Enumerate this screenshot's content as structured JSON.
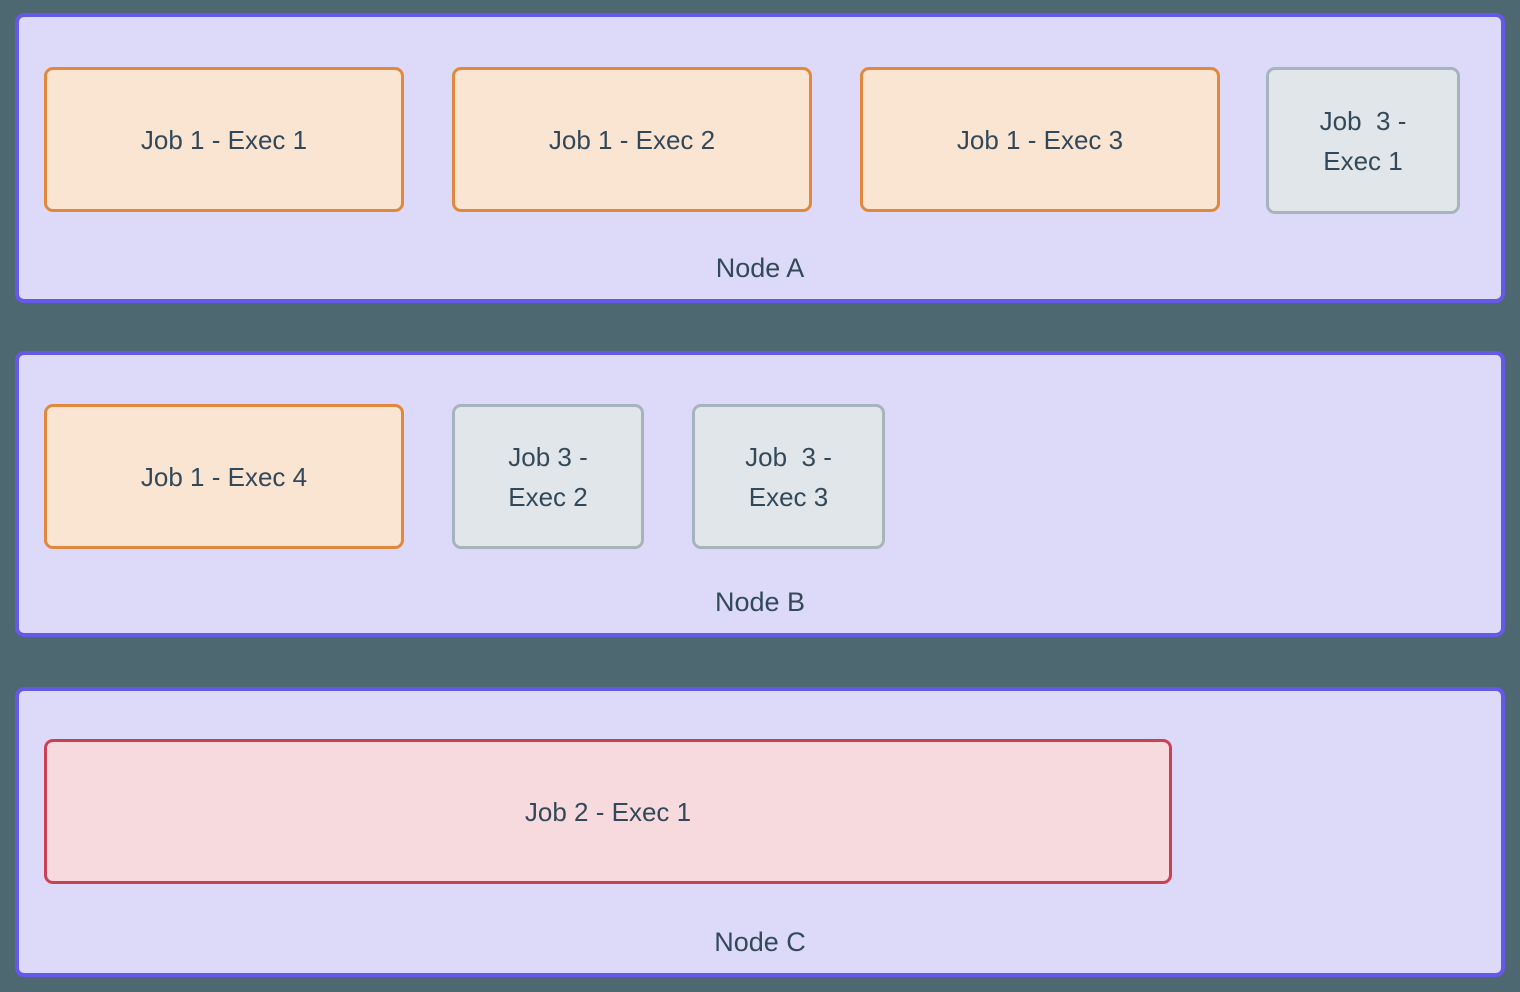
{
  "diagram": {
    "background_color": "#4e6872",
    "text_color": "#33495a",
    "colors": {
      "node_fill": "#dddaf9",
      "node_border": "#655ae6",
      "job1_fill": "#fae5d3",
      "job1_border": "#e2883c",
      "job2_fill": "#f7dade",
      "job2_border": "#ca4156",
      "job3_fill": "#e1e6ea",
      "job3_border": "#a7b4bd"
    },
    "nodes": [
      {
        "label": "Node A",
        "executors": [
          {
            "label": "Job 1 - Exec 1",
            "job": "job1"
          },
          {
            "label": "Job 1 - Exec 2",
            "job": "job1"
          },
          {
            "label": "Job 1 - Exec 3",
            "job": "job1"
          },
          {
            "label": "Job  3 -\nExec 1",
            "job": "job3"
          }
        ]
      },
      {
        "label": "Node B",
        "executors": [
          {
            "label": "Job 1 - Exec 4",
            "job": "job1"
          },
          {
            "label": "Job 3 -\nExec 2",
            "job": "job3"
          },
          {
            "label": "Job  3 -\nExec 3",
            "job": "job3"
          }
        ]
      },
      {
        "label": "Node C",
        "executors": [
          {
            "label": "Job 2 - Exec 1",
            "job": "job2"
          }
        ]
      }
    ]
  }
}
